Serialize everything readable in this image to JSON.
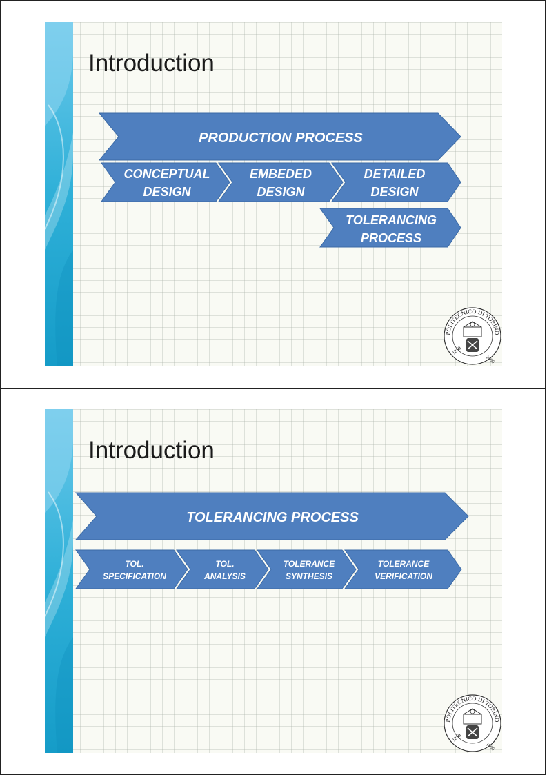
{
  "slides": [
    {
      "title": "Introduction",
      "main_arrow": "PRODUCTION PROCESS",
      "steps": [
        {
          "line1": "CONCEPTUAL",
          "line2": "DESIGN"
        },
        {
          "line1": "EMBEDED",
          "line2": "DESIGN"
        },
        {
          "line1": "DETAILED",
          "line2": "DESIGN"
        }
      ],
      "sub_arrow": {
        "line1": "TOLERANCING",
        "line2": "PROCESS"
      }
    },
    {
      "title": "Introduction",
      "main_arrow": "TOLERANCING PROCESS",
      "steps": [
        {
          "line1": "TOL.",
          "line2": "SPECIFICATION"
        },
        {
          "line1": "TOL.",
          "line2": "ANALYSIS"
        },
        {
          "line1": "TOLERANCE",
          "line2": "SYNTHESIS"
        },
        {
          "line1": "TOLERANCE",
          "line2": "VERIFICATION"
        }
      ]
    }
  ],
  "logo": {
    "name": "politecnico-di-torino-seal",
    "text": "POLITECNICO DI TORINO",
    "year_left": "1859",
    "year_right": "1906"
  },
  "colors": {
    "arrow_fill": "#4f7fbf",
    "band_light": "#5cc3e6",
    "band_dark": "#1aa0cc"
  }
}
